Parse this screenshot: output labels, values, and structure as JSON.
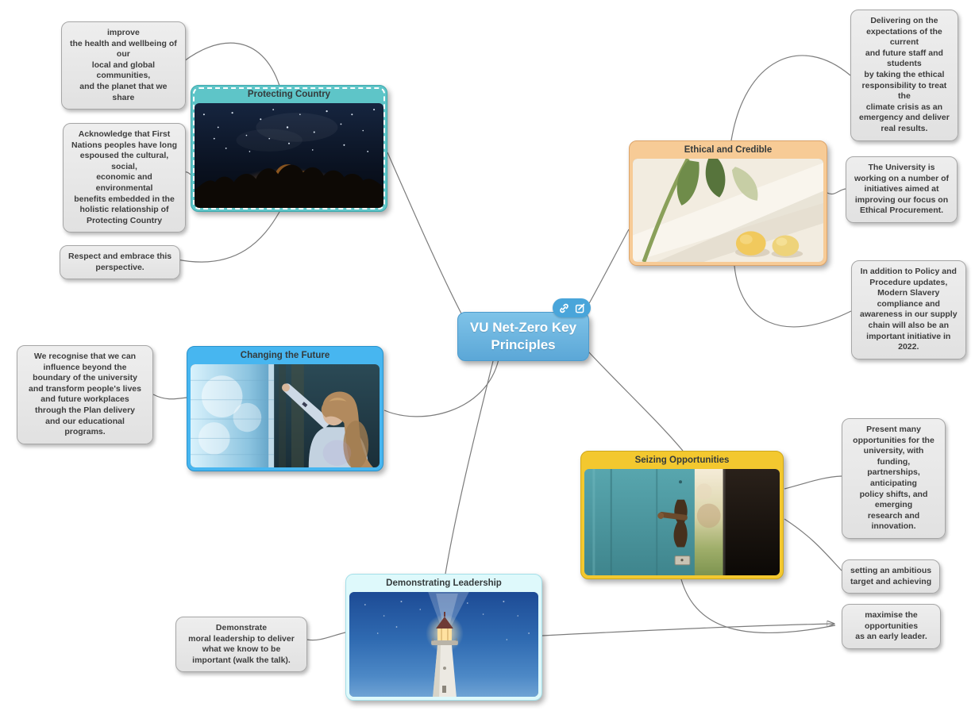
{
  "root": {
    "label": "VU Net-Zero Key Principles",
    "color": "#6db9e3",
    "badge_icons": [
      "link-icon",
      "note-icon"
    ]
  },
  "branches": [
    {
      "id": "protecting-country",
      "label": "Protecting Country",
      "color": "#5ec5c8",
      "image": "night sky with stars over trees lit by firelight",
      "notes": [
        "improve\nthe health and wellbeing of\nour\nlocal and global\ncommunities,\nand the planet that we\nshare",
        "Acknowledge that First\nNations peoples have long\nespoused the cultural,\nsocial,\neconomic and\nenvironmental\nbenefits embedded in the\nholistic relationship of\nProtecting Country",
        "Respect and embrace this\nperspective."
      ]
    },
    {
      "id": "ethical-and-credible",
      "label": "Ethical and Credible",
      "color": "#f7cb96",
      "image": "green leaves and two lemons on a white table",
      "notes": [
        "Delivering on the\nexpectations of the\ncurrent\nand future staff and\nstudents\nby taking the ethical\nresponsibility to treat\nthe\nclimate crisis as an\nemergency and deliver\nreal results.",
        "The University is\nworking on a number of\ninitiatives aimed at\nimproving our focus on\nEthical Procurement.",
        "In addition to Policy and\nProcedure updates,\nModern Slavery\ncompliance and\nawareness in our supply\nchain will also be an\nimportant initiative in\n2022."
      ]
    },
    {
      "id": "changing-the-future",
      "label": "Changing the Future",
      "color": "#47b6f0",
      "image": "woman touching a glowing holographic wall",
      "notes": [
        "We recognise that we can\ninfluence beyond the\nboundary of the university\nand transform people's lives\nand future workplaces\nthrough the Plan delivery\nand our educational\nprograms."
      ]
    },
    {
      "id": "seizing-opportunities",
      "label": "Seizing Opportunities",
      "color": "#f3c82f",
      "image": "teal wooden door ajar opening to a garden",
      "notes": [
        "Present many\nopportunities for the\nuniversity, with\nfunding,\npartnerships,\nanticipating\npolicy shifts, and\nemerging\nresearch and\ninnovation.",
        "setting an ambitious\ntarget and achieving",
        "maximise the\nopportunities\nas an early leader."
      ]
    },
    {
      "id": "demonstrating-leadership",
      "label": "Demonstrating Leadership",
      "color": "#def9fb",
      "image": "lighthouse shining against a dusk sky",
      "notes": [
        "Demonstrate\nmoral leadership to deliver\nwhat we know to be\nimportant (walk the talk)."
      ]
    }
  ],
  "connections": [
    {
      "from": "root",
      "to": "protecting-country"
    },
    {
      "from": "root",
      "to": "ethical-and-credible"
    },
    {
      "from": "root",
      "to": "changing-the-future"
    },
    {
      "from": "root",
      "to": "seizing-opportunities"
    },
    {
      "from": "root",
      "to": "demonstrating-leadership"
    },
    {
      "from": "protecting-country",
      "to": "pc-note-1"
    },
    {
      "from": "protecting-country",
      "to": "pc-note-2"
    },
    {
      "from": "protecting-country",
      "to": "pc-note-3"
    },
    {
      "from": "ethical-and-credible",
      "to": "ec-note-1"
    },
    {
      "from": "ethical-and-credible",
      "to": "ec-note-2"
    },
    {
      "from": "ethical-and-credible",
      "to": "ec-note-3"
    },
    {
      "from": "changing-the-future",
      "to": "cf-note-1"
    },
    {
      "from": "seizing-opportunities",
      "to": "so-note-1"
    },
    {
      "from": "seizing-opportunities",
      "to": "so-note-2"
    },
    {
      "from": "seizing-opportunities",
      "to": "so-note-3"
    },
    {
      "from": "demonstrating-leadership",
      "to": "dl-note-1"
    },
    {
      "from": "demonstrating-leadership",
      "to": "so-note-3",
      "arrow": true
    }
  ]
}
